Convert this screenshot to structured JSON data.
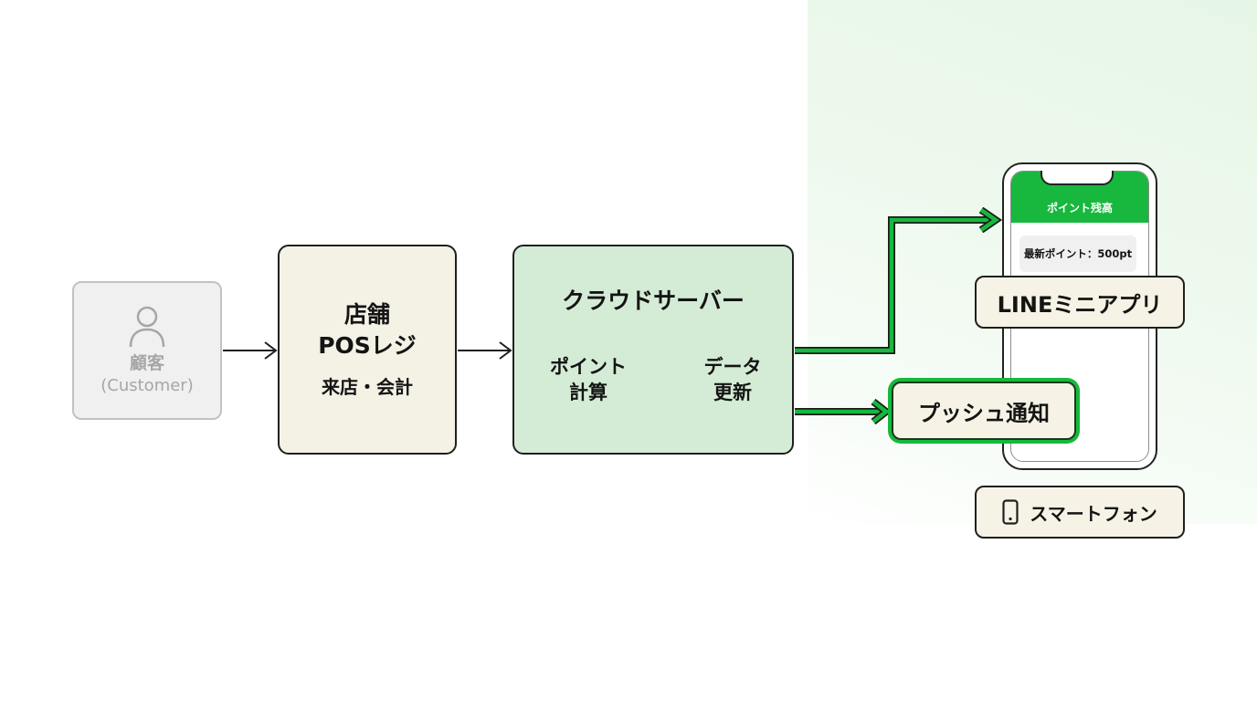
{
  "customer": {
    "label": "顧客",
    "sublabel": "(Customer)",
    "icon": "person-icon"
  },
  "pos": {
    "line1": "店舗",
    "line2": "POSレジ",
    "caption": "来店・会計"
  },
  "cloud": {
    "title": "クラウドサーバー",
    "step_a_line1": "ポイント",
    "step_a_line2": "計算",
    "step_b_line1": "データ",
    "step_b_line2": "更新"
  },
  "phone": {
    "screen_header": "ポイント残高",
    "points_text": "最新ポイント：500pt"
  },
  "labels": {
    "line_mini_app": "LINEミニアプリ",
    "push": "プッシュ通知",
    "smartphone": "スマートフォン",
    "smartphone_icon": "smartphone-icon"
  },
  "colors": {
    "accent_green": "#17b83d",
    "cloud_fill": "#d4ecd6",
    "pos_fill": "#f4f1e5",
    "customer_gray": "#a6a6a6"
  }
}
